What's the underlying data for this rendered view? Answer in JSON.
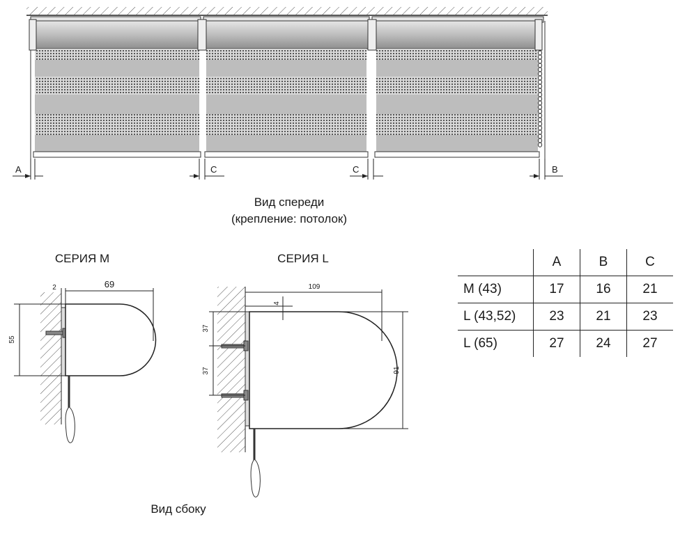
{
  "front_view": {
    "caption_line1": "Вид спереди",
    "caption_line2": "(крепление: потолок)",
    "gap_labels": [
      "A",
      "C",
      "C",
      "B"
    ]
  },
  "side_view": {
    "caption": "Вид сбоку",
    "series_m": {
      "title": "СЕРИЯ M",
      "dim_width": "69",
      "dim_offset": "2",
      "dim_height": "55"
    },
    "series_l": {
      "title": "СЕРИЯ L",
      "dim_width": "109",
      "dim_top": "4",
      "dim_screw1": "37",
      "dim_screw2": "37",
      "dim_height": "91"
    }
  },
  "table": {
    "headers": [
      "",
      "A",
      "B",
      "C"
    ],
    "rows": [
      [
        "M (43)",
        "17",
        "16",
        "21"
      ],
      [
        "L (43,52)",
        "23",
        "21",
        "23"
      ],
      [
        "L (65)",
        "27",
        "24",
        "27"
      ]
    ]
  }
}
